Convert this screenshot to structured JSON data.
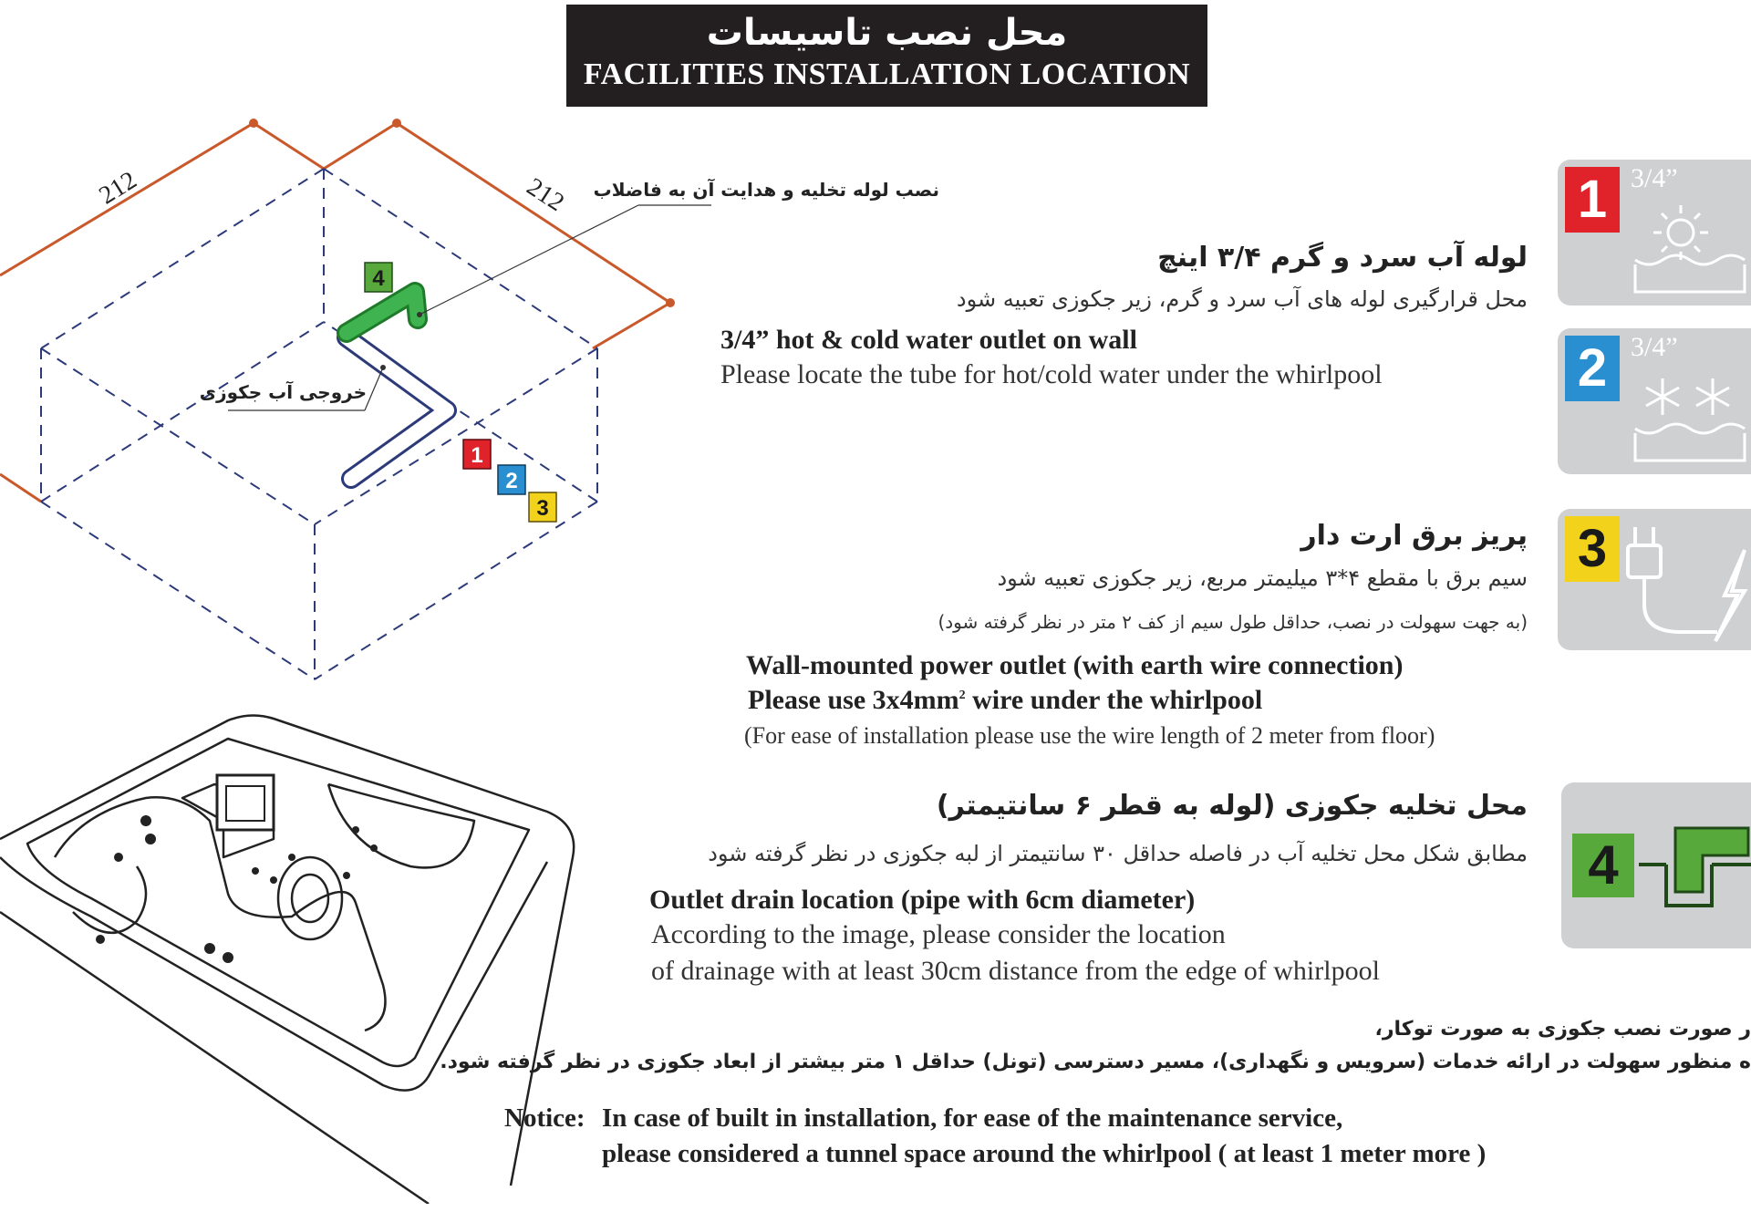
{
  "header": {
    "title_fa": "محل نصب تاسیسات",
    "title_en": "FACILITIES INSTALLATION LOCATION"
  },
  "diagram": {
    "dimension_left": "212",
    "dimension_right": "212",
    "drain_label_fa": "نصب لوله تخلیه و هدایت آن به فاضلاب",
    "outlet_label_fa": "خروجی آب جکوزی",
    "marker_numbers": [
      "1",
      "2",
      "3",
      "4"
    ]
  },
  "sections": [
    {
      "title_fa": "لوله آب سرد و گرم ۳/۴ اینچ",
      "text_fa": "محل قرارگیری لوله های آب سرد و گرم، زیر جکوزی تعبیه شود",
      "title_en": "3/4” hot & cold water outlet on wall",
      "text_en": "Please locate the tube for hot/cold water under the whirlpool"
    },
    {
      "title_fa": "پریز برق ارت دار",
      "text_fa": "سیم برق با مقطع ۴*۳ میلیمتر مربع، زیر جکوزی تعبیه شود",
      "note_fa": "(به جهت سهولت در نصب، حداقل طول سیم از کف ۲ متر در نظر گرفته شود)",
      "title_en": "Wall-mounted power outlet (with earth wire connection)",
      "text_en_prefix": "Please use 3x4mm",
      "text_en_sup": "2",
      "text_en_suffix": " wire under the whirlpool",
      "note_en": "(For ease of installation please use the wire length of 2 meter from floor)"
    },
    {
      "title_fa": "محل تخلیه جکوزی (لوله به قطر ۶ سانتیمتر)",
      "text_fa": "مطابق شکل محل تخلیه آب در فاصله حداقل ۳۰ سانتیمتر از لبه جکوزی در نظر گرفته شود",
      "title_en": "Outlet drain location (pipe with 6cm diameter)",
      "text_en_1": "According to the image, please consider the location",
      "text_en_2": "of drainage with at least 30cm distance from the edge of whirlpool"
    }
  ],
  "icons": [
    {
      "number": "1",
      "fraction": "3/4”",
      "color": "#e0232b",
      "symbol": "sun-water-icon"
    },
    {
      "number": "2",
      "fraction": "3/4”",
      "color": "#2a8fd0",
      "symbol": "snowflake-water-icon"
    },
    {
      "number": "3",
      "color": "#f2d21b",
      "symbol": "plug-lightning-icon"
    },
    {
      "number": "4",
      "color": "#58a93c",
      "symbol": "drain-pipe-icon"
    }
  ],
  "notice": {
    "fa_line1": "ر صورت نصب جکوزی به صورت توکار،",
    "fa_line2": "ه منظور سهولت در ارائه خدمات (سرویس و نگهداری)، مسیر دسترسی (تونل) حداقل ۱ متر بیشتر از ابعاد جکوزی در نظر گرفته شود.",
    "en_label": "Notice:",
    "en_line1": "In case of built in installation, for ease of the maintenance service,",
    "en_line2": "please considered a tunnel space around the whirlpool ( at least 1 meter more )"
  }
}
